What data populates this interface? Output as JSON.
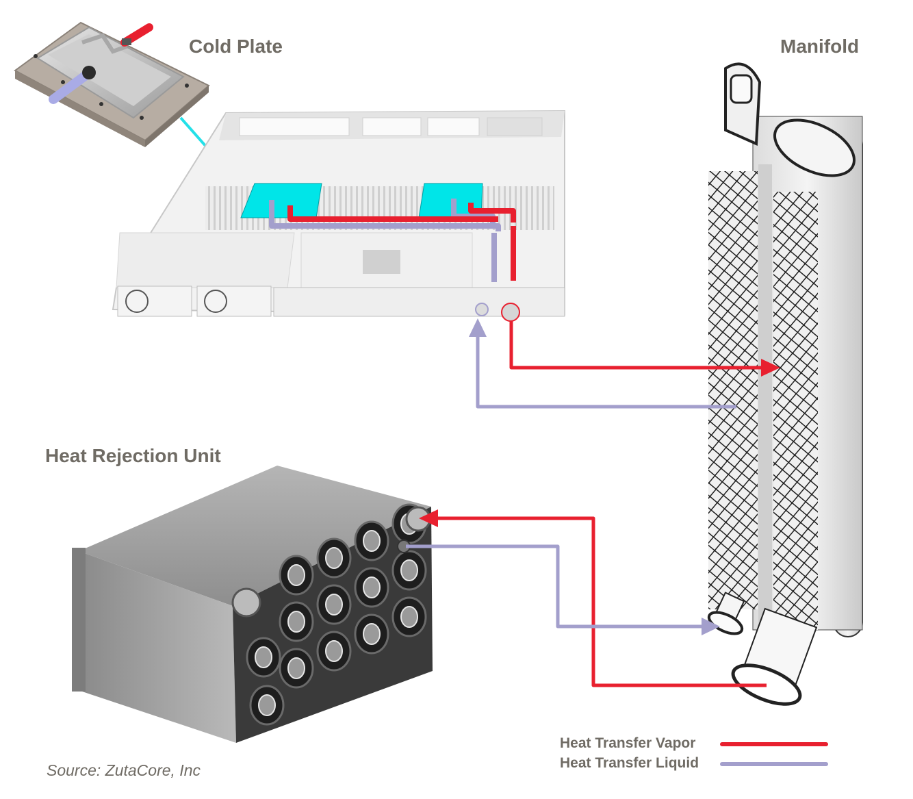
{
  "diagram": {
    "title_labels": {
      "cold_plate": "Cold Plate",
      "manifold": "Manifold",
      "heat_rejection_unit": "Heat Rejection Unit"
    },
    "legend": [
      {
        "label": "Heat Transfer Vapor",
        "color": "#e8202f"
      },
      {
        "label": "Heat Transfer Liquid",
        "color": "#a39fcc"
      }
    ],
    "source": "Source: ZutaCore, Inc",
    "colors": {
      "vapor": "#e8202f",
      "liquid": "#a39fcc",
      "cold_plate_highlight": "#00e5e8",
      "pointer_arrow": "#24e0e8",
      "label_text": "#6f6b64"
    },
    "components": [
      {
        "name": "Cold Plate",
        "connects_to": "Server"
      },
      {
        "name": "Server",
        "cold_plates": 2,
        "fittings": [
          "liquid inlet",
          "vapor outlet"
        ]
      },
      {
        "name": "Manifold",
        "ports": [
          "liquid inlet",
          "vapor inlet"
        ]
      },
      {
        "name": "Heat Rejection Unit",
        "fans": 14
      }
    ],
    "flows": [
      {
        "from": "Server",
        "to": "Manifold",
        "medium": "vapor"
      },
      {
        "from": "Manifold",
        "to": "Server",
        "medium": "liquid"
      },
      {
        "from": "Manifold",
        "to": "Heat Rejection Unit",
        "medium": "vapor"
      },
      {
        "from": "Heat Rejection Unit",
        "to": "Manifold",
        "medium": "liquid"
      }
    ]
  }
}
